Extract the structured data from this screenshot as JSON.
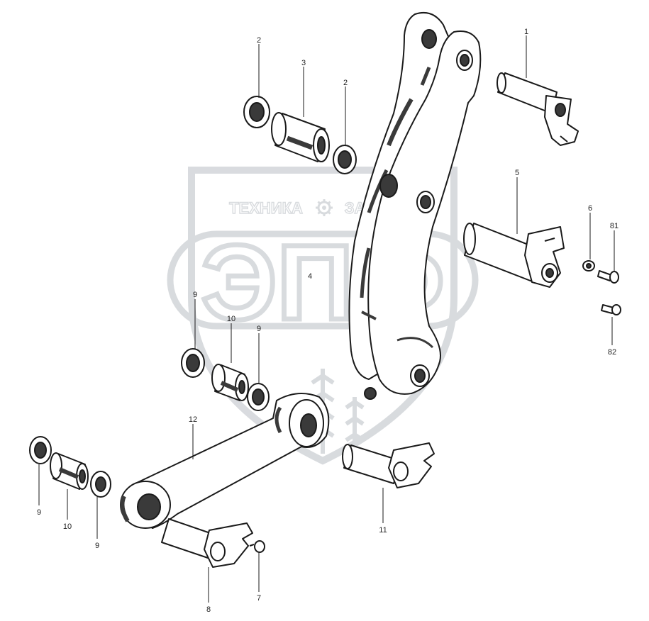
{
  "watermark": {
    "left_word": "ТЕХНИКА",
    "right_word": "ЗАПЧАСТИ",
    "big_letters": "ЭПФ",
    "color": "#b9bec4",
    "gear_icon": "gear-icon"
  },
  "colors": {
    "line": "#1a1a1a",
    "shade": "#3a3a3a",
    "part_fill": "#ffffff"
  },
  "callouts": [
    {
      "id": "c1",
      "text": "1"
    },
    {
      "id": "c2a",
      "text": "2"
    },
    {
      "id": "c2b",
      "text": "2"
    },
    {
      "id": "c3",
      "text": "3"
    },
    {
      "id": "c4",
      "text": "4"
    },
    {
      "id": "c5",
      "text": "5"
    },
    {
      "id": "c6",
      "text": "6"
    },
    {
      "id": "c81",
      "text": "81"
    },
    {
      "id": "c82",
      "text": "82"
    },
    {
      "id": "c9a",
      "text": "9"
    },
    {
      "id": "c9b",
      "text": "9"
    },
    {
      "id": "c9c",
      "text": "9"
    },
    {
      "id": "c9d",
      "text": "9"
    },
    {
      "id": "c10a",
      "text": "10"
    },
    {
      "id": "c10b",
      "text": "10"
    },
    {
      "id": "c11",
      "text": "11"
    },
    {
      "id": "c12",
      "text": "12"
    },
    {
      "id": "c7",
      "text": "7"
    },
    {
      "id": "c8",
      "text": "8"
    }
  ]
}
